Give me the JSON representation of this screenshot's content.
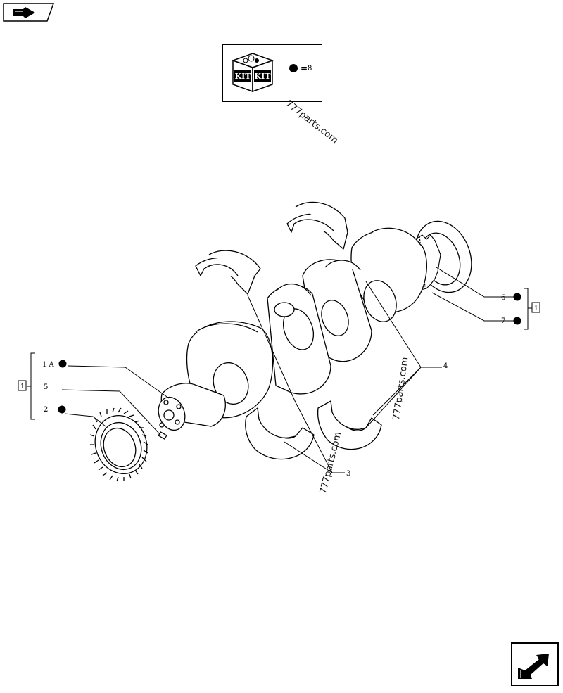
{
  "kit_legend": {
    "kit_label_left": "KIT",
    "kit_label_right": "KIT",
    "equals": "=",
    "ref": "8"
  },
  "callouts": {
    "c1a": "1 A",
    "c5": "5",
    "c2": "2",
    "c6": "6",
    "c7": "7",
    "c3": "3",
    "c4": "4",
    "group_left": "1",
    "group_right": "1"
  },
  "watermarks": {
    "w1": "777parts.com",
    "w2": "777parts.com",
    "w3": "777parts.com"
  },
  "icons": {
    "prev": "hand-pointer-icon",
    "next": "hand-pointer-next-icon"
  }
}
